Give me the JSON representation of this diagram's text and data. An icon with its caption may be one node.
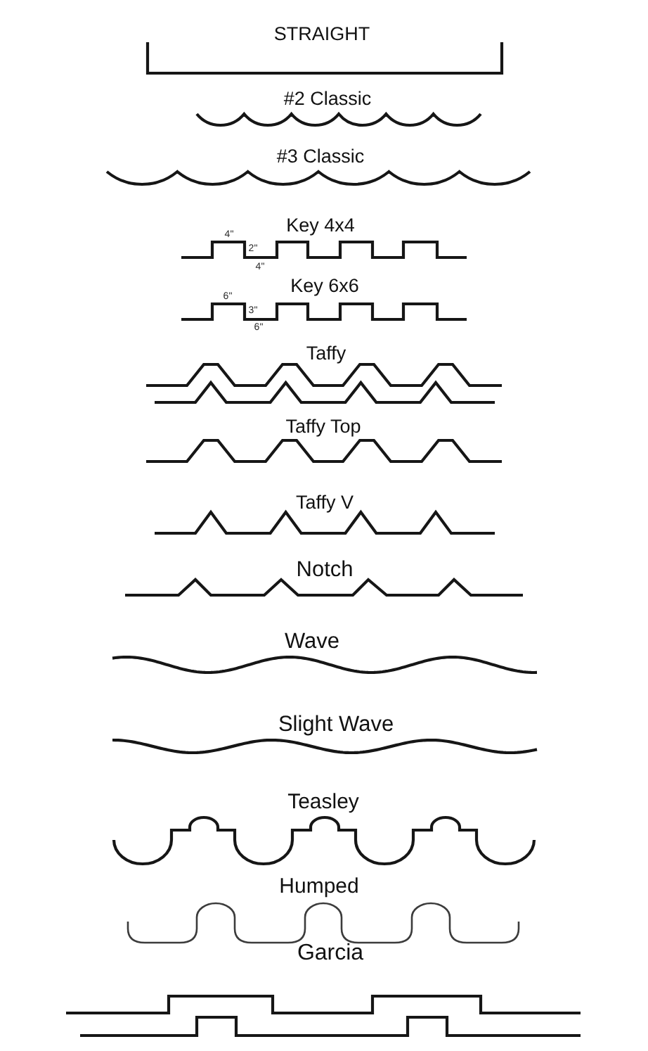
{
  "diagram": {
    "labels": [
      "STRAIGHT",
      "#2 Classic",
      "#3 Classic",
      "Key 4x4",
      "4\"",
      "2\"",
      "4\"",
      "Key 6x6",
      "6\"",
      "3\"",
      "6\"",
      "Taffy",
      "Taffy Top",
      "Taffy V",
      "Notch",
      "Wave",
      "Slight Wave",
      "Teasley",
      "Humped",
      "Garcia"
    ]
  }
}
